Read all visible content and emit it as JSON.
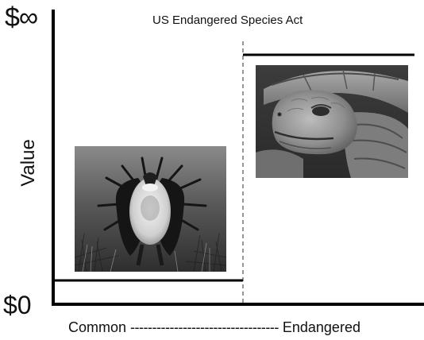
{
  "title": "US Endangered Species Act",
  "y_axis": {
    "label": "Value",
    "top_label": "$∞",
    "bottom_label": "$0"
  },
  "x_axis": {
    "left_label": "Common",
    "separator": "----------------------------------",
    "right_label": "Endangered"
  },
  "levels": {
    "common": "low",
    "endangered": "high"
  },
  "images": {
    "common": "sage-grouse-photo",
    "endangered": "tortoise-photo"
  }
}
